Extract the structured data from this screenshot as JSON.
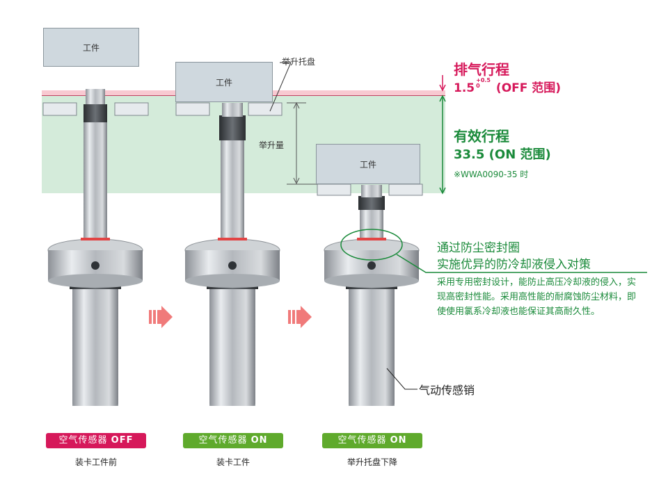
{
  "workpiece_label": "工件",
  "lift_tray_label": "举升托盘",
  "lift_amount_label": "举升量",
  "exhaust": {
    "title": "排气行程",
    "value_main": "1.5",
    "value_sup": "+0.5",
    "value_sub": "0",
    "range": "(OFF 范围)"
  },
  "effective": {
    "title": "有效行程",
    "value": "33.5 (ON 范围)",
    "note": "※WWA0090-35 时"
  },
  "seal": {
    "title_line1": "通过防尘密封圈",
    "title_line2": "实施优异的防冷却液侵入对策",
    "desc": "采用专用密封设计，能防止高压冷却液的侵入，实现高密封性能。采用高性能的耐腐蚀防尘材料，即使使用氯系冷却液也能保证其高耐久性。"
  },
  "sensor_pin_label": "气动传感销",
  "stages": [
    {
      "badge_text": "空气传感器",
      "badge_state": "OFF",
      "caption": "装卡工件前",
      "color": "#d6185a"
    },
    {
      "badge_text": "空气传感器",
      "badge_state": "ON",
      "caption": "装卡工件",
      "color": "#5faa2c"
    },
    {
      "badge_text": "空气传感器",
      "badge_state": "ON",
      "caption": "举升托盘下降",
      "color": "#5faa2c"
    }
  ],
  "colors": {
    "exhaust_band": "#f8c9d1",
    "effective_band": "#d4ebda",
    "accent_red": "#d6185a",
    "accent_green": "#1a8a3a",
    "arrow": "#f07a7a"
  }
}
